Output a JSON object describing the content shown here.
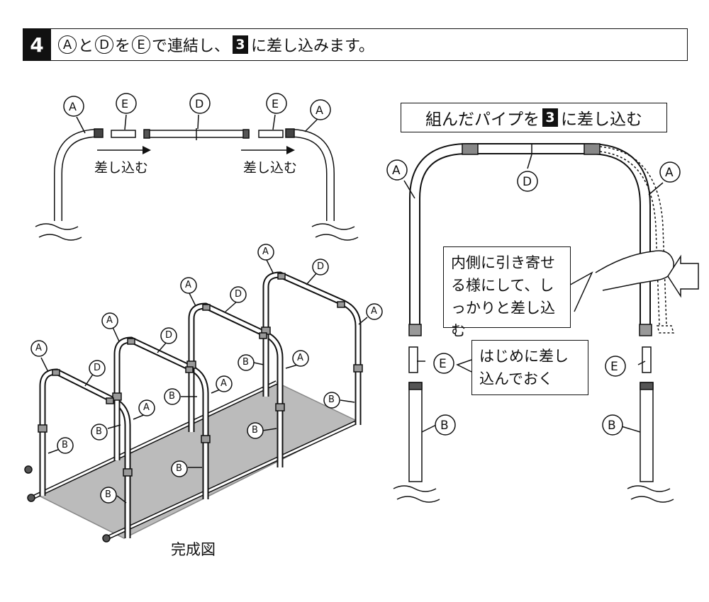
{
  "header": {
    "step": "4",
    "part_a": "A",
    "joiner_1": "と",
    "part_d": "D",
    "joiner_2": "を",
    "part_e": "E",
    "text_mid": "で連結し、",
    "ref_step": "3",
    "text_end": "に差し込みます。"
  },
  "top_diagram": {
    "labels": [
      "A",
      "E",
      "D",
      "E",
      "A"
    ],
    "arrow_text_left": "差し込む",
    "arrow_text_right": "差し込む"
  },
  "right_panel": {
    "title_pre": "組んだパイプを",
    "title_step": "3",
    "title_post": "に差し込む",
    "callout_1_line1": "内側に引き寄せ",
    "callout_1_line2": "る様にして、し",
    "callout_1_line3": "っかりと差し込む",
    "callout_2_line1": "はじめに差し",
    "callout_2_line2": "込んでおく",
    "labels": [
      "A",
      "D",
      "A",
      "E",
      "E",
      "B",
      "B"
    ]
  },
  "assembled": {
    "caption": "完成図",
    "labels_a": "A",
    "labels_b": "B",
    "labels_d": "D"
  }
}
